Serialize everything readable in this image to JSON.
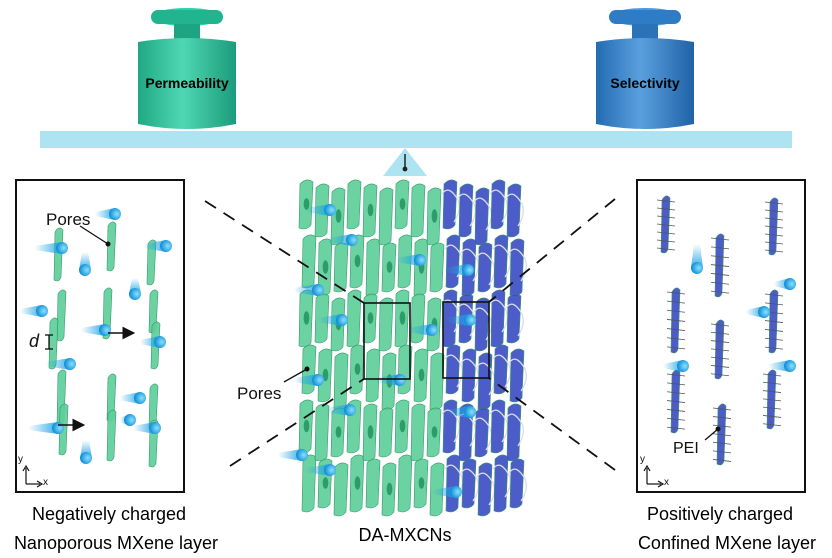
{
  "balance": {
    "left_weight": "Permeability",
    "right_weight": "Selectivity"
  },
  "left_panel": {
    "pores_label": "Pores",
    "spacing_label": "d",
    "axis_y": "y",
    "axis_x": "x",
    "caption_line1": "Negatively charged",
    "caption_line2": "Nanoporous MXene layer"
  },
  "center": {
    "pores_label": "Pores",
    "caption": "DA-MXCNs"
  },
  "right_panel": {
    "pei_label": "PEI",
    "axis_y": "y",
    "axis_x": "x",
    "caption_line1": "Positively charged",
    "caption_line2": "Confined MXene layer"
  },
  "colors": {
    "green_sheet": "#5fcf9a",
    "blue_sheet": "#3d4fc4",
    "droplet": "#1ea3e6",
    "beam": "#aee3f2",
    "weight_left": "#2bbf9a",
    "weight_right": "#2f7fc6"
  }
}
